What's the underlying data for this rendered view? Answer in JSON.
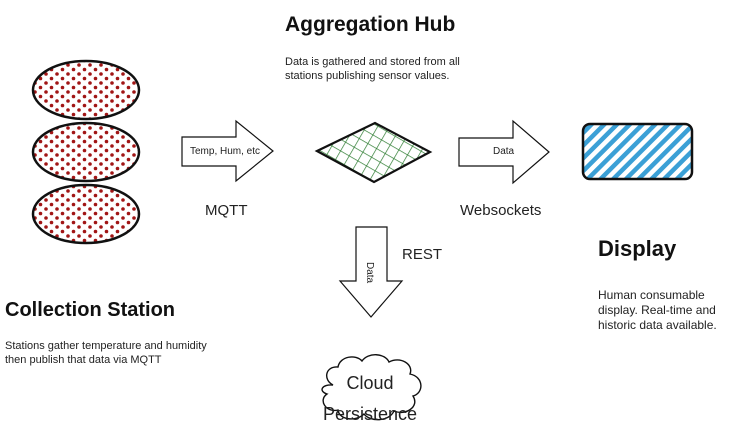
{
  "hub": {
    "title": "Aggregation Hub",
    "desc_line1": "Data is gathered and stored from all",
    "desc_line2": "stations publishing sensor values."
  },
  "station": {
    "title": "Collection Station",
    "desc_line1": "Stations gather temperature and humidity",
    "desc_line2": "then publish that data via MQTT"
  },
  "display": {
    "title": "Display",
    "desc_line1": "Human consumable",
    "desc_line2": "display. Real-time and",
    "desc_line3": "historic data available."
  },
  "arrows": {
    "station_to_hub": "Temp, Hum, etc",
    "hub_to_display": "Data",
    "hub_to_cloud": "Data"
  },
  "protocols": {
    "mqtt": "MQTT",
    "websockets": "Websockets",
    "rest": "REST"
  },
  "cloud": {
    "line1": "Cloud",
    "line2": "Persistence"
  },
  "colors": {
    "dot_red": "#a11515",
    "hatch_green": "#2e7d32",
    "stripe_blue": "#3ba0d6",
    "outline": "#111111"
  }
}
